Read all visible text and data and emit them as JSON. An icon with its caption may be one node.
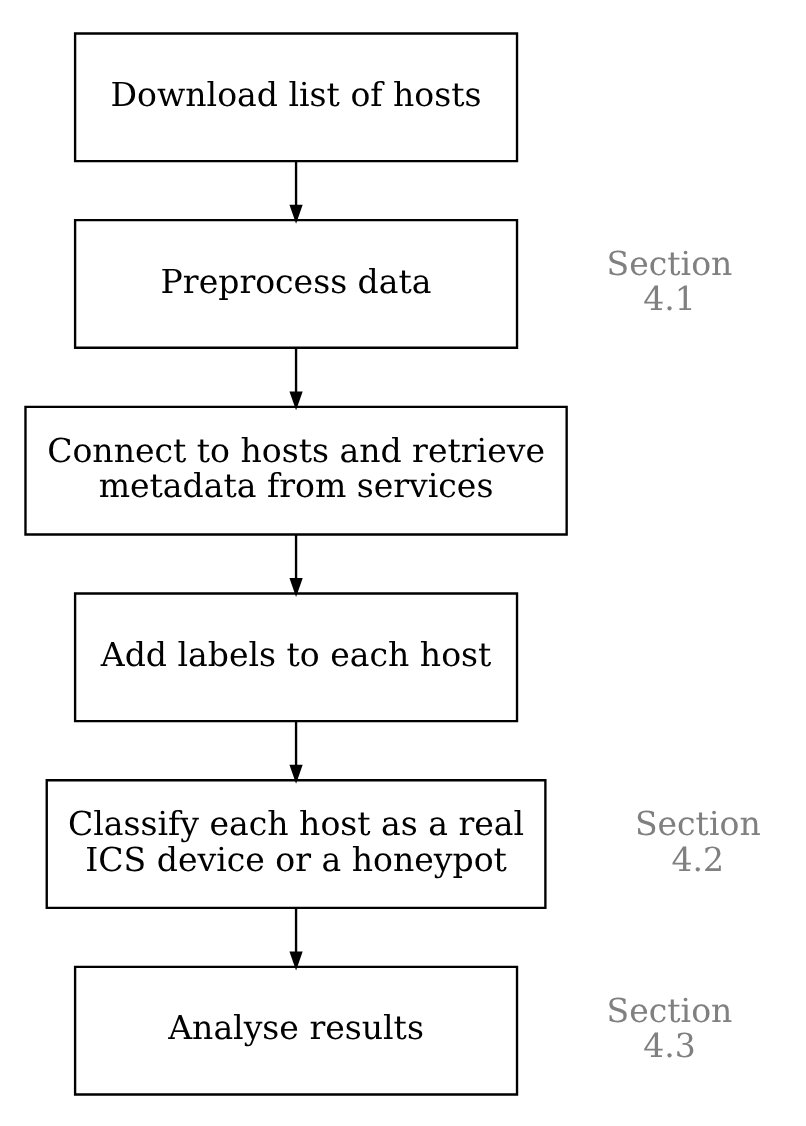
{
  "diagram": {
    "nodes": [
      {
        "text": [
          "Download list of hosts"
        ]
      },
      {
        "text": [
          "Preprocess data"
        ]
      },
      {
        "text": [
          "Connect to hosts and retrieve metadata from services"
        ]
      },
      {
        "text": [
          "Add labels to each host"
        ]
      },
      {
        "text": [
          "Classify each host as a real ICS device or a honeypot"
        ]
      },
      {
        "text": [
          "Analyse results"
        ]
      }
    ],
    "edges": [
      {
        "from": 0,
        "to": 1,
        "arrow": "to"
      },
      {
        "from": 1,
        "to": 2,
        "arrow": "to"
      },
      {
        "from": 2,
        "to": 3,
        "arrow": "to"
      },
      {
        "from": 3,
        "to": 4,
        "arrow": "to"
      },
      {
        "from": 4,
        "to": 5,
        "arrow": "to"
      }
    ],
    "labels": [
      "Section 4.1",
      "Section 4.2",
      "Section 4.3"
    ]
  }
}
